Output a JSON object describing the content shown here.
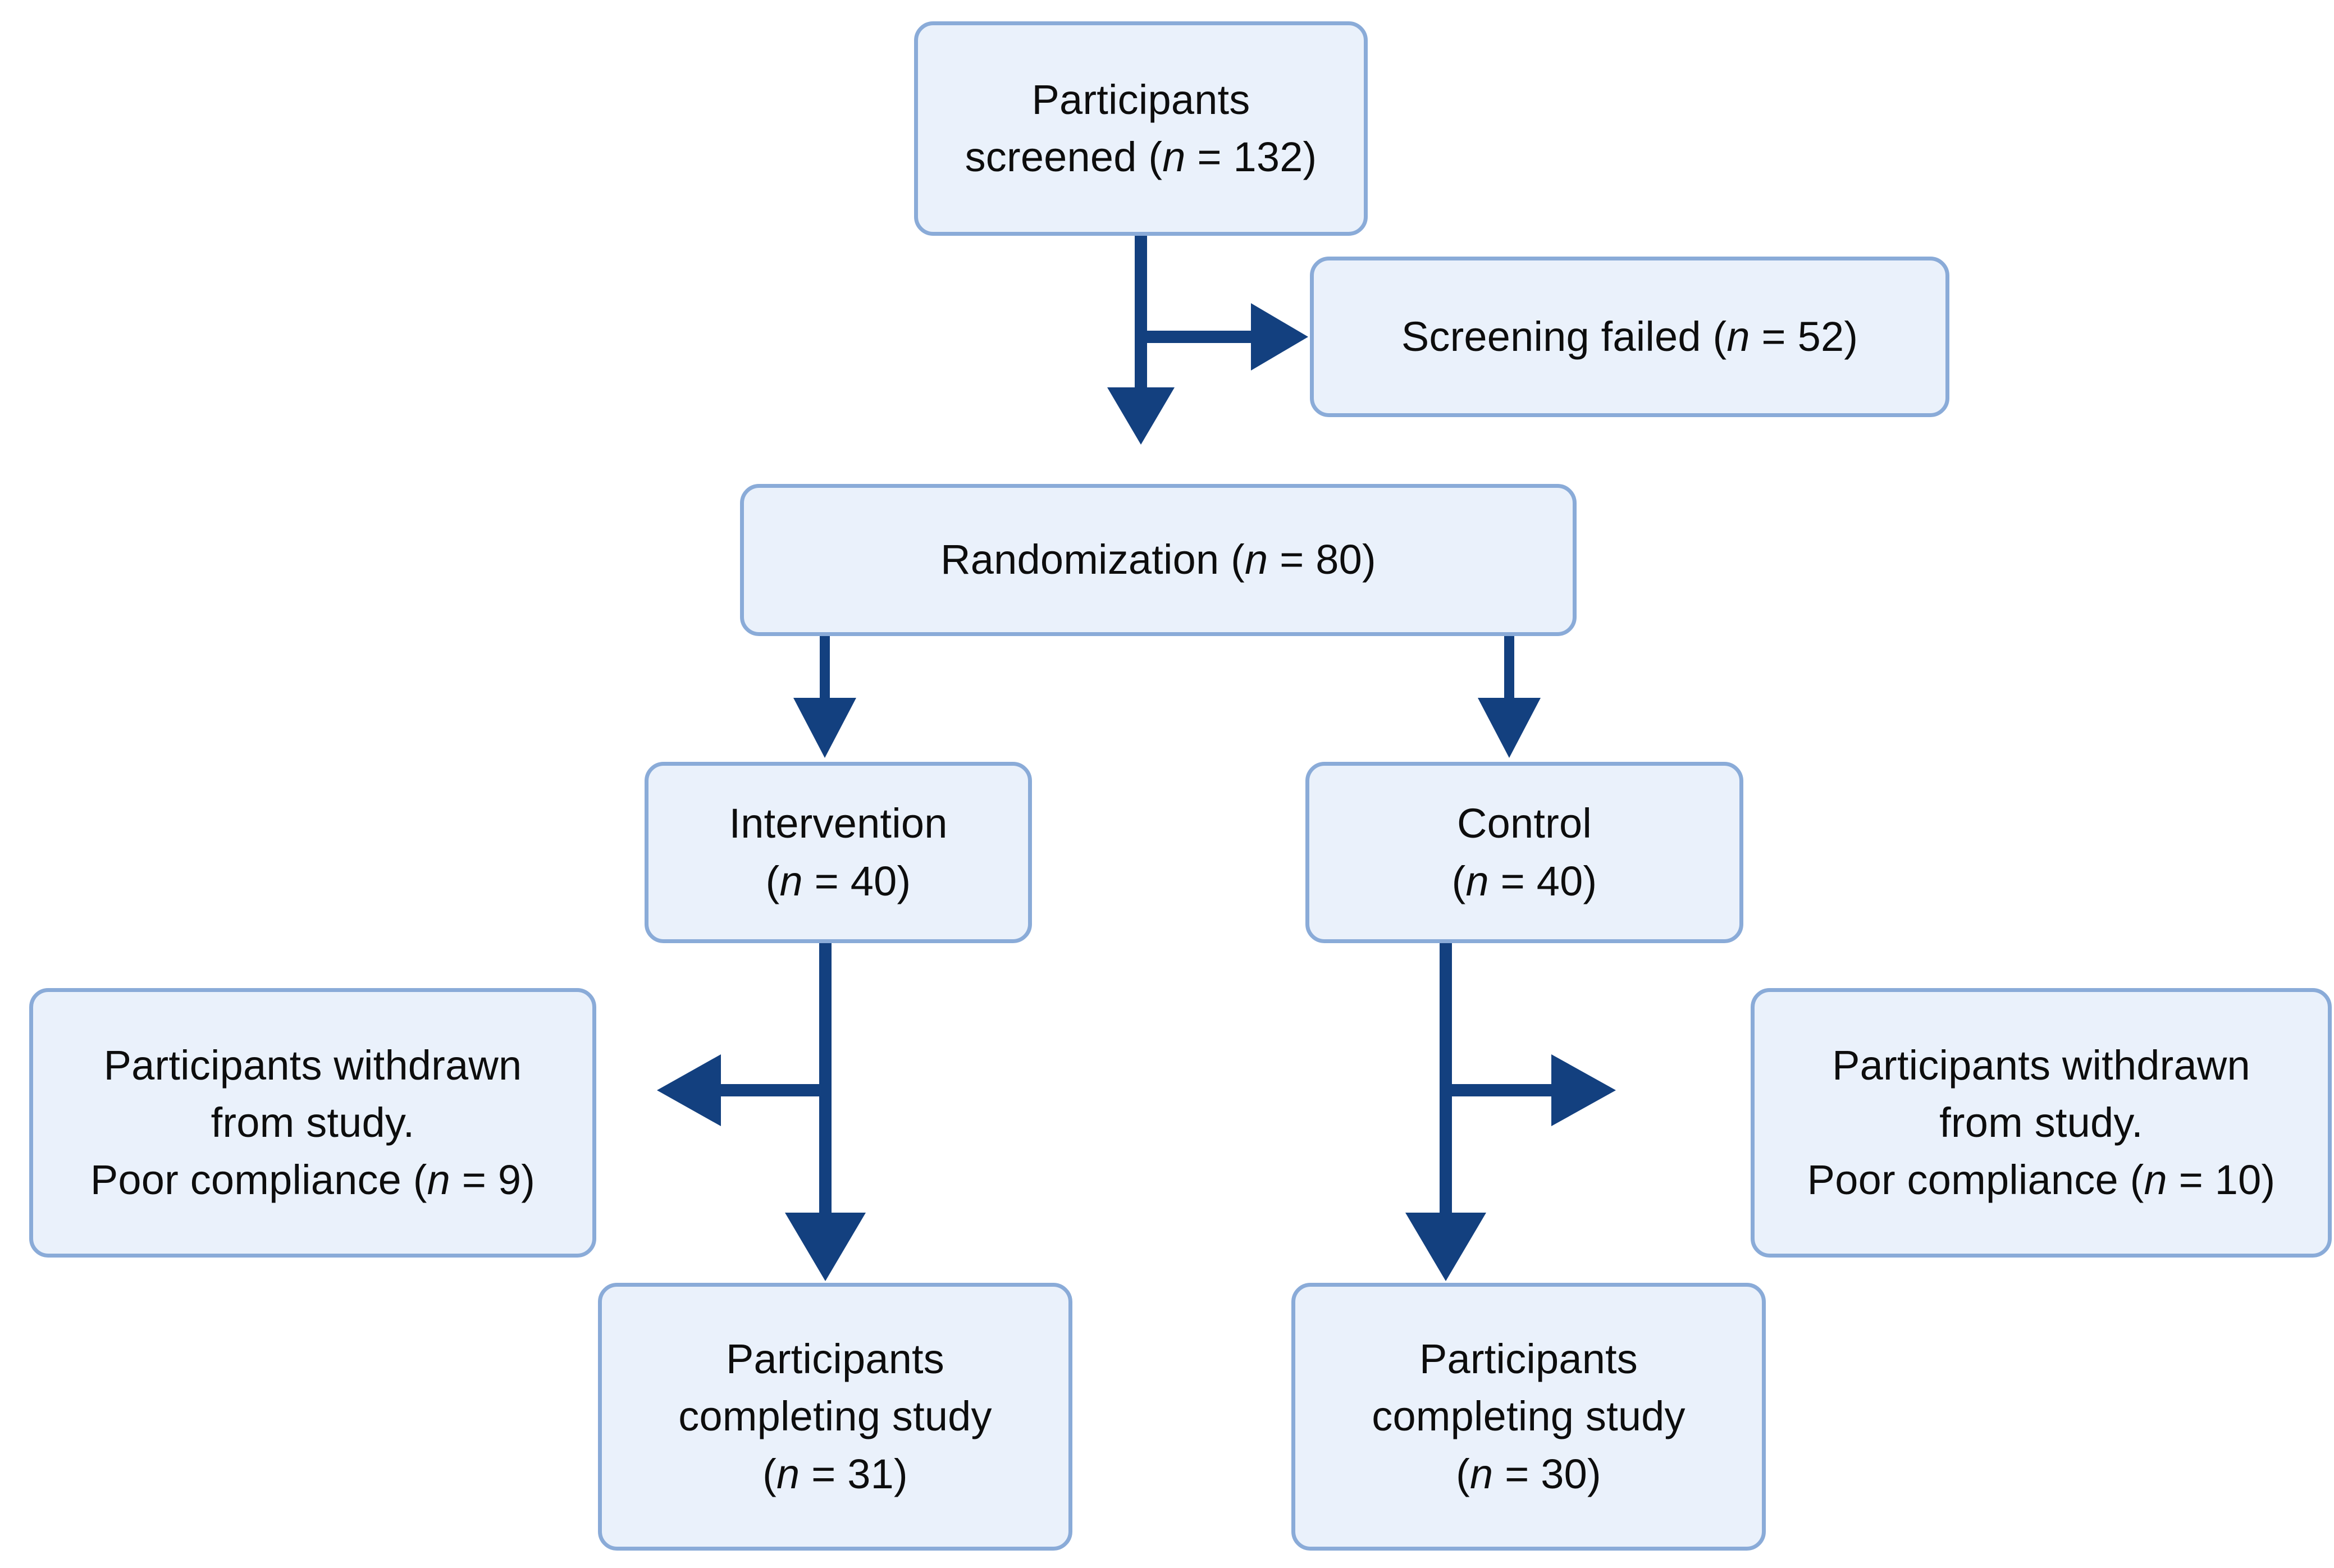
{
  "diagram": {
    "title": "Participant flow diagram",
    "type": "flowchart",
    "colors": {
      "box_fill": "#eaf1fb",
      "box_border": "#8aabd8",
      "arrow": "#13407f",
      "text": "#0d0d0d",
      "background": "#ffffff"
    }
  },
  "nodes": {
    "screened": {
      "id": "participants-screened",
      "line1": "Participants",
      "line2_pre": "screened (",
      "line2_var": "n",
      "line2_post": " = 132)",
      "n_label": "n",
      "n_value": "132",
      "full_text": "Participants screened (n = 132)"
    },
    "screening_failed": {
      "id": "screening-failed",
      "line1_pre": "Screening failed (",
      "line1_var": "n",
      "line1_post": " = 52)",
      "n_label": "n",
      "n_value": "52",
      "full_text": "Screening failed (n = 52)"
    },
    "randomization": {
      "id": "randomization",
      "line1_pre": "Randomization (",
      "line1_var": "n",
      "line1_post": " = 80)",
      "n_label": "n",
      "n_value": "80",
      "full_text": "Randomization (n = 80)"
    },
    "intervention": {
      "id": "intervention-arm",
      "line1": "Intervention",
      "line2_pre": "(",
      "line2_var": "n",
      "line2_post": " = 40)",
      "n_label": "n",
      "n_value": "40",
      "full_text": "Intervention (n = 40)"
    },
    "control": {
      "id": "control-arm",
      "line1": "Control",
      "line2_pre": "(",
      "line2_var": "n",
      "line2_post": " = 40)",
      "n_label": "n",
      "n_value": "40",
      "full_text": "Control (n = 40)"
    },
    "withdrawn_left": {
      "id": "withdrawn-intervention",
      "line1": "Participants withdrawn",
      "line2": "from study.",
      "line3_pre": "Poor compliance (",
      "line3_var": "n",
      "line3_post": " = 9)",
      "n_label": "n",
      "n_value": "9",
      "full_text": "Participants withdrawn from study. Poor compliance (n = 9)"
    },
    "withdrawn_right": {
      "id": "withdrawn-control",
      "line1": "Participants withdrawn",
      "line2": "from study.",
      "line3_pre": "Poor compliance (",
      "line3_var": "n",
      "line3_post": " = 10)",
      "n_label": "n",
      "n_value": "10",
      "full_text": "Participants withdrawn from study. Poor compliance (n = 10)"
    },
    "completed_left": {
      "id": "completed-intervention",
      "line1": "Participants",
      "line2": "completing study",
      "line3_pre": "(",
      "line3_var": "n",
      "line3_post": " = 31)",
      "n_label": "n",
      "n_value": "31",
      "full_text": "Participants completing study (n = 31)"
    },
    "completed_right": {
      "id": "completed-control",
      "line1": "Participants",
      "line2": "completing study",
      "line3_pre": "(",
      "line3_var": "n",
      "line3_post": " = 30)",
      "n_label": "n",
      "n_value": "30",
      "full_text": "Participants completing study (n = 30)"
    }
  },
  "edges": [
    {
      "id": "screened-to-randomization",
      "from": "screened",
      "to": "randomization",
      "direction": "down"
    },
    {
      "id": "screened-to-screening-failed",
      "from": "screened",
      "to": "screening_failed",
      "direction": "right"
    },
    {
      "id": "randomization-to-intervention",
      "from": "randomization",
      "to": "intervention",
      "direction": "down"
    },
    {
      "id": "randomization-to-control",
      "from": "randomization",
      "to": "control",
      "direction": "down"
    },
    {
      "id": "intervention-to-completed",
      "from": "intervention",
      "to": "completed_left",
      "direction": "down"
    },
    {
      "id": "intervention-to-withdrawn",
      "from": "intervention",
      "to": "withdrawn_left",
      "direction": "left"
    },
    {
      "id": "control-to-completed",
      "from": "control",
      "to": "completed_right",
      "direction": "down"
    },
    {
      "id": "control-to-withdrawn",
      "from": "control",
      "to": "withdrawn_right",
      "direction": "right"
    }
  ]
}
